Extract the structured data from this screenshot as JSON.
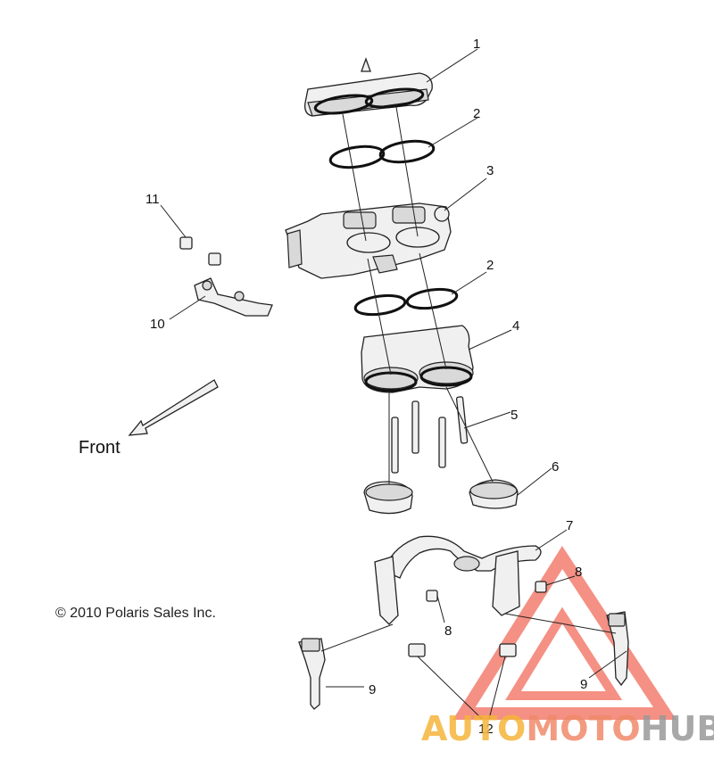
{
  "callouts": [
    {
      "id": "1",
      "label": "1"
    },
    {
      "id": "2a",
      "label": "2"
    },
    {
      "id": "3",
      "label": "3"
    },
    {
      "id": "2b",
      "label": "2"
    },
    {
      "id": "4",
      "label": "4"
    },
    {
      "id": "5",
      "label": "5"
    },
    {
      "id": "6",
      "label": "6"
    },
    {
      "id": "7",
      "label": "7"
    },
    {
      "id": "8a",
      "label": "8"
    },
    {
      "id": "8b",
      "label": "8"
    },
    {
      "id": "9a",
      "label": "9"
    },
    {
      "id": "9b",
      "label": "9"
    },
    {
      "id": "10",
      "label": "10"
    },
    {
      "id": "11",
      "label": "11"
    },
    {
      "id": "12",
      "label": "12"
    }
  ],
  "direction_label": "Front",
  "copyright": "© 2010 Polaris Sales Inc.",
  "watermark": {
    "part1": "AUTO",
    "part2": "MOTO",
    "part3": "HUB",
    "color_primary": "#f08a6a",
    "color_accent": "#f5b43a",
    "color_dark": "#9a9a9a"
  }
}
